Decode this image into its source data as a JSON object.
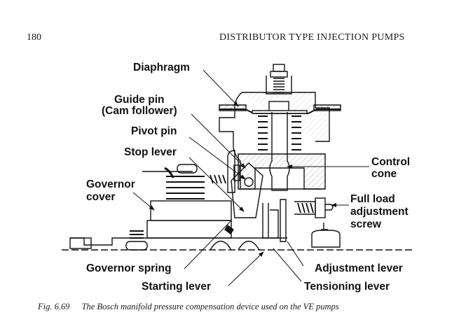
{
  "page": {
    "number": "180",
    "running_head": "DISTRIBUTOR TYPE INJECTION PUMPS"
  },
  "figure": {
    "number": "Fig. 6.69",
    "caption": "The Bosch manifold pressure compensation device used on the VE pumps",
    "labels": {
      "diaphragm": "Diaphragm",
      "guide_pin_1": "Guide pin",
      "guide_pin_2": "(Cam follower)",
      "pivot_pin": "Pivot pin",
      "stop_lever": "Stop lever",
      "governor_cover_1": "Governor",
      "governor_cover_2": "cover",
      "control_cone_1": "Control",
      "control_cone_2": "cone",
      "full_load_1": "Full load",
      "full_load_2": "adjustment",
      "full_load_3": "screw",
      "governor_spring": "Governor spring",
      "starting_lever": "Starting lever",
      "adjustment_lever": "Adjustment lever",
      "tensioning_lever": "Tensioning lever"
    }
  }
}
